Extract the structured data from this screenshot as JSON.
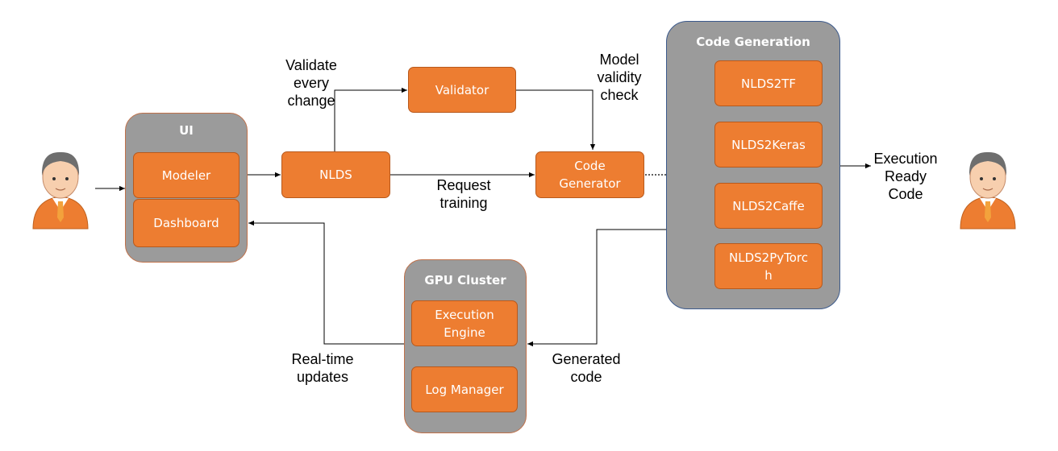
{
  "containers": {
    "ui": "UI",
    "gpu": "GPU Cluster",
    "codegen": "Code Generation"
  },
  "nodes": {
    "modeler": "Modeler",
    "dashboard": "Dashboard",
    "nlds": "NLDS",
    "validator": "Validator",
    "code_generator": "Code\nGenerator",
    "nlds2tf": "NLDS2TF",
    "nlds2keras": "NLDS2Keras",
    "nlds2caffe": "NLDS2Caffe",
    "nlds2pytorch": "NLDS2PyTorc\nh",
    "execution_engine": "Execution\nEngine",
    "log_manager": "Log Manager"
  },
  "edge_labels": {
    "validate": "Validate\nevery\nchange",
    "model_validity": "Model\nvalidity\ncheck",
    "request_training": "Request\ntraining",
    "execution_ready": "Execution\nReady\nCode",
    "realtime": "Real-time\nupdates",
    "generated_code": "Generated\ncode"
  },
  "colors": {
    "node_fill": "#ed7d31",
    "container_fill": "#9b9b9b",
    "container_border_orange": "#c0714a",
    "container_border_blue": "#3c5a8c",
    "person_suit": "#ed7d31",
    "person_hair": "#6e6e6e"
  },
  "icons": [
    "user-icon",
    "user-icon"
  ]
}
